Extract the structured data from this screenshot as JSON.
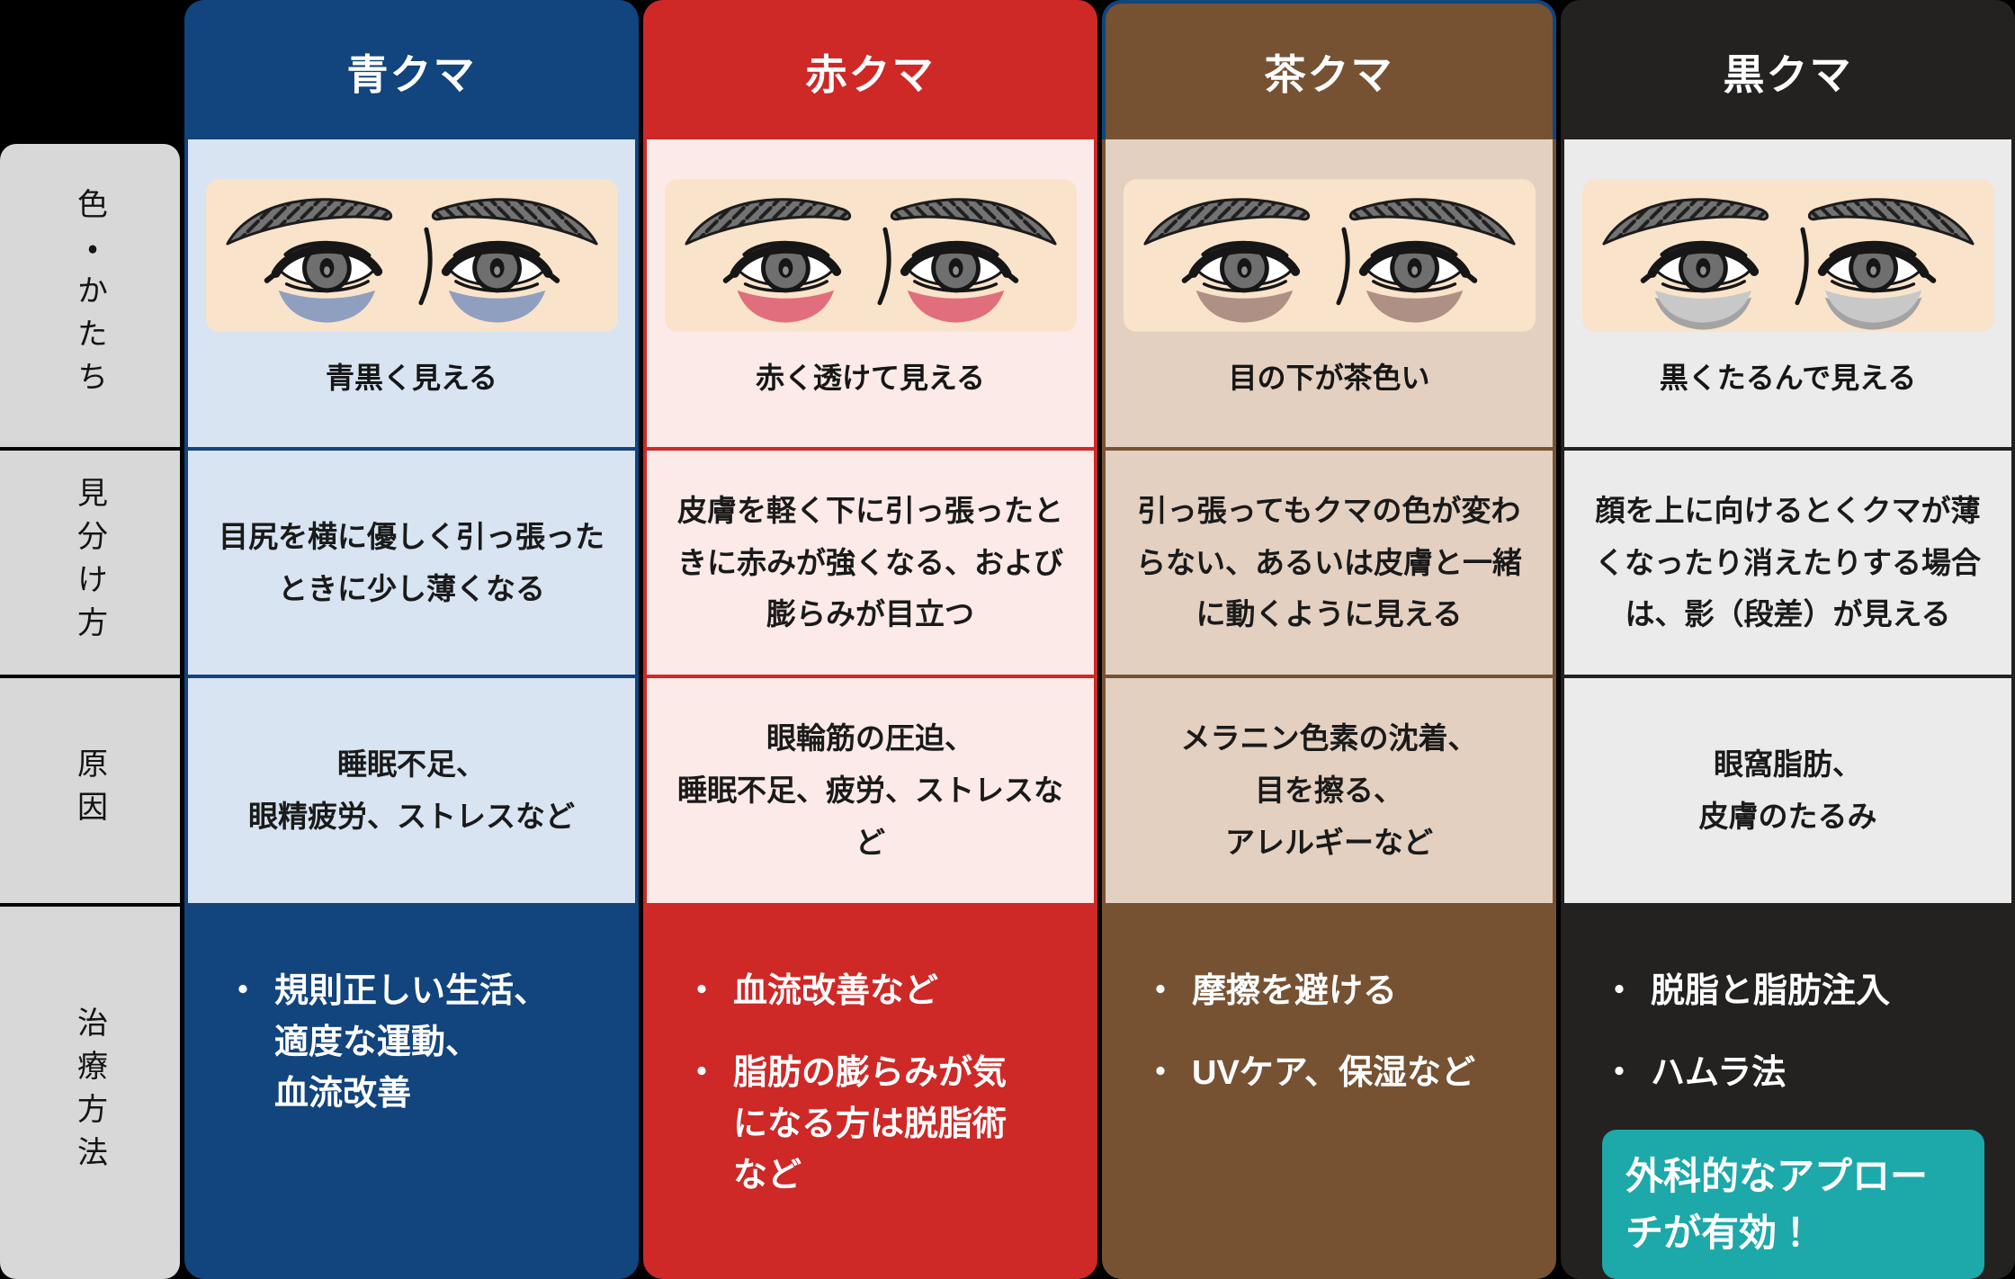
{
  "ui": {
    "bullet": "・",
    "background": "#000000",
    "label_panel_color": "#D8D8D8"
  },
  "row_labels": [
    {
      "id": "appearance",
      "label": "色・かたち"
    },
    {
      "id": "identify",
      "label": "見分け方"
    },
    {
      "id": "cause",
      "label": "原因"
    },
    {
      "id": "treatment",
      "label": "治療方法"
    }
  ],
  "illustration": {
    "skin_color": "#FAE3CB",
    "brow_color": "#737373",
    "iris_color": "#6F6F6F"
  },
  "columns": [
    {
      "id": "blue",
      "title": "青クマ",
      "theme_color": "#12447D",
      "tint_color": "#D8E4F2",
      "kuma_color": "#8F9FC0",
      "appearance_caption": "青黒く見える",
      "identify": "目尻を横に優しく引っ張ったときに少し薄くなる",
      "cause": "睡眠不足、\n眼精疲労、ストレスなど",
      "treatments": [
        "規則正しい生活、\n適度な運動、\n血流改善"
      ]
    },
    {
      "id": "red",
      "title": "赤クマ",
      "theme_color": "#CE2827",
      "tint_color": "#FBEAE8",
      "kuma_color": "#E16E7C",
      "appearance_caption": "赤く透けて見える",
      "identify": "皮膚を軽く下に引っ張ったときに赤みが強くなる、および膨らみが目立つ",
      "cause": "眼輪筋の圧迫、\n睡眠不足、疲労、ストレスなど",
      "treatments": [
        "血流改善など",
        "脂肪の膨らみが気\nになる方は脱脂術\nなど"
      ]
    },
    {
      "id": "brown",
      "title": "茶クマ",
      "theme_color": "#765233",
      "tint_color": "#E3D0C1",
      "kuma_color": "#AE9184",
      "appearance_caption": "目の下が茶色い",
      "identify": "引っ張ってもクマの色が変わらない、あるいは皮膚と一緒に動くように見える",
      "cause": "メラニン色素の沈着、\n目を擦る、\nアレルギーなど",
      "treatments": [
        "摩擦を避ける",
        "UVケア、保湿など"
      ]
    },
    {
      "id": "black",
      "title": "黒クマ",
      "theme_color": "#232221",
      "tint_color": "#EBEBEB",
      "kuma_color": "#C8C8C8",
      "appearance_caption": "黒くたるんで見える",
      "identify": "顔を上に向けるとくクマが薄くなったり消えたりする場合は、影（段差）が見える",
      "cause": "眼窩脂肪、\n皮膚のたるみ",
      "treatments": [
        "脱脂と脂肪注入",
        "ハムラ法"
      ],
      "badge": "外科的なアプローチが有効！",
      "badge_color": "#1DA8A9"
    }
  ]
}
